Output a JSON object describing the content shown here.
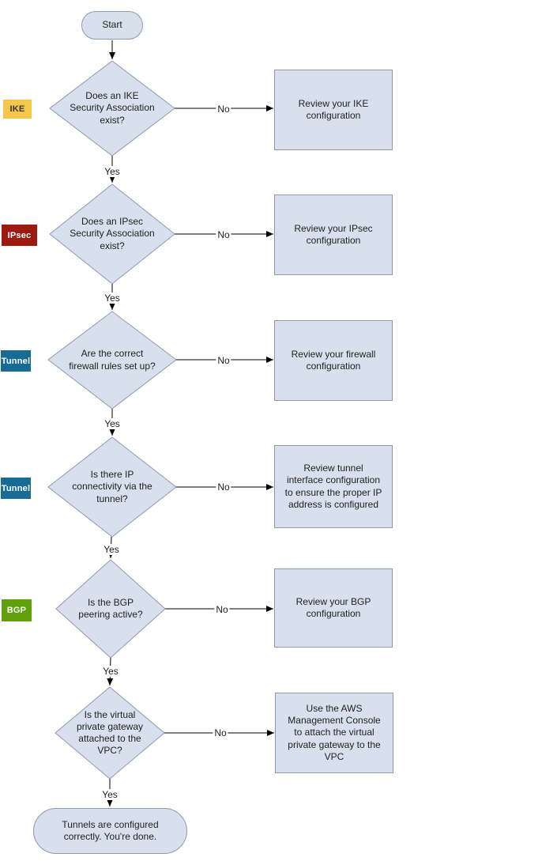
{
  "colors": {
    "node_fill": "#d8e0ee",
    "node_border": "#8e99ab",
    "connector": "#000000",
    "tag_ike_bg": "#f6c64b",
    "tag_ike_text": "#333333",
    "tag_ipsec_bg": "#9c1a10",
    "tag_tunnel_bg": "#176b95",
    "tag_bgp_bg": "#60a00d",
    "tag_light_text": "#ffffff"
  },
  "flow": {
    "start": {
      "label": "Start"
    },
    "end": {
      "label": "Tunnels are configured\ncorrectly. You're done."
    },
    "edge_yes": "Yes",
    "edge_no": "No",
    "steps": [
      {
        "tag": "IKE",
        "question": "Does an IKE\nSecurity Association\nexist?",
        "action": "Review your IKE\nconfiguration"
      },
      {
        "tag": "IPsec",
        "question": "Does an IPsec\nSecurity Association\nexist?",
        "action": "Review your IPsec\nconfiguration"
      },
      {
        "tag": "Tunnel",
        "question": "Are the correct\nfirewall rules set up?",
        "action": "Review your firewall\nconfiguration"
      },
      {
        "tag": "Tunnel",
        "question": "Is there IP\nconnectivity via the\ntunnel?",
        "action": "Review tunnel\ninterface configuration\nto ensure the proper IP\naddress is configured"
      },
      {
        "tag": "BGP",
        "question": "Is the BGP\npeering active?",
        "action": "Review your BGP\nconfiguration"
      },
      {
        "tag": "",
        "question": "Is the virtual\nprivate gateway\nattached to the\nVPC?",
        "action": "Use the AWS\nManagement Console\nto attach the virtual\nprivate gateway to the\nVPC"
      }
    ]
  }
}
